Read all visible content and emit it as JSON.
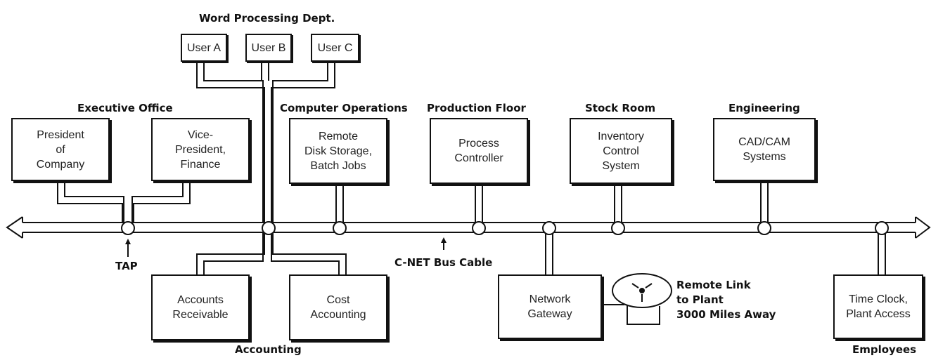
{
  "word_processing": {
    "title": "Word Processing Dept.",
    "user_a": "User A",
    "user_b": "User B",
    "user_c": "User C"
  },
  "executive": {
    "title": "Executive  Office",
    "president": "President\nof\nCompany",
    "vp": "Vice-\nPresident,\nFinance"
  },
  "computer_ops": {
    "title": "Computer Operations",
    "box": "Remote\nDisk Storage,\nBatch Jobs"
  },
  "production": {
    "title": "Production Floor",
    "box": "Process\nController"
  },
  "stock_room": {
    "title": "Stock Room",
    "box": "Inventory\nControl\nSystem"
  },
  "engineering": {
    "title": "Engineering",
    "box": "CAD/CAM\nSystems"
  },
  "bus": {
    "tap_label": "TAP",
    "cable_label": "C-NET Bus Cable"
  },
  "accounting": {
    "title": "Accounting",
    "receivable": "Accounts\nReceivable",
    "cost": "Cost\nAccounting"
  },
  "gateway": {
    "box": "Network\nGateway",
    "remote_link": "Remote Link\nto Plant\n3000 Miles Away"
  },
  "employees": {
    "title": "Employees",
    "box": "Time Clock,\nPlant Access"
  }
}
